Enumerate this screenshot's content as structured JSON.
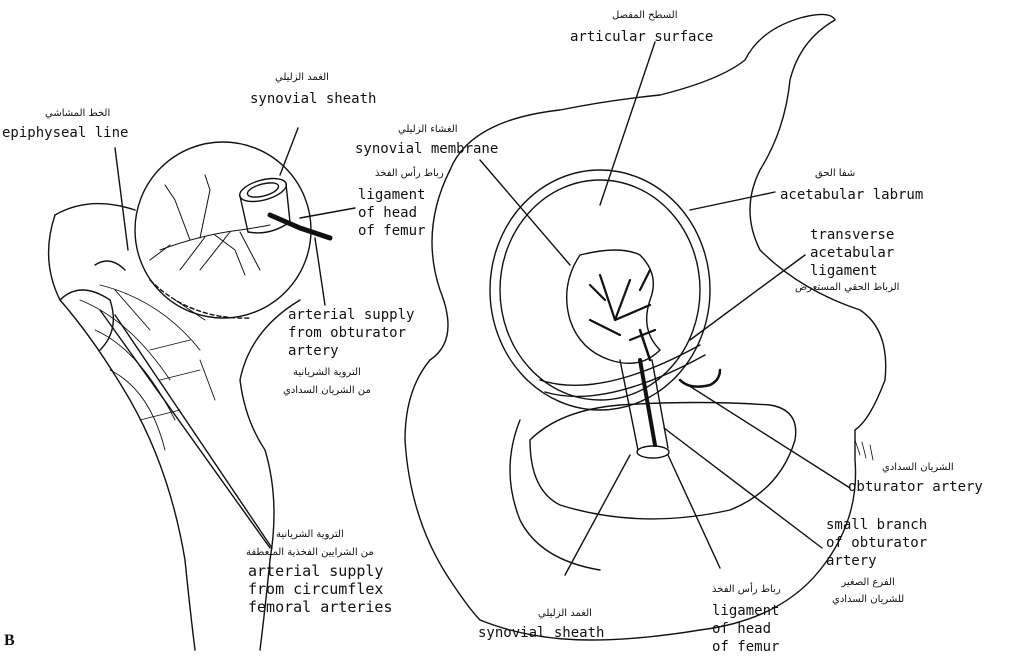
{
  "figure_letter": "B",
  "labels": {
    "articular_surface": {
      "ar": "السطح المفصل",
      "en": "articular surface"
    },
    "synovial_sheath_top": {
      "ar": "الغمد الزليلي",
      "en": "synovial sheath"
    },
    "epiphyseal_line": {
      "ar": "الخط المشاشي",
      "en": "epiphyseal line"
    },
    "synovial_membrane": {
      "ar": "الغشاء الزليلي",
      "en": "synovial membrane"
    },
    "ligament_head_left": {
      "ar": "رباط رأس الفخذ",
      "en": "ligament\nof head\nof femur"
    },
    "acetabular_labrum": {
      "ar": "شفا الحق",
      "en": "acetabular labrum"
    },
    "transverse_ligament": {
      "ar": "الرباط الحقي المستعرض",
      "en": "transverse\nacetabular\nligament"
    },
    "obturator_supply": {
      "ar": "التروية الشريانية\nمن الشريان السدادي",
      "en": "arterial supply\nfrom obturator\nartery"
    },
    "obturator_artery": {
      "ar": "الشريان السدادي",
      "en": "obturator artery"
    },
    "small_branch": {
      "ar": "الفرع الصغير\nللشريان السدادي",
      "en": "small branch\nof obturator\nartery"
    },
    "ligament_head_bottom": {
      "ar": "رباط رأس الفخذ",
      "en": "ligament\nof head\nof femur"
    },
    "synovial_sheath_bottom": {
      "ar": "الغمد الزليلي",
      "en": "synovial sheath"
    },
    "circumflex_supply": {
      "ar": "التروية الشريانية\nمن الشرايين الفخذية المنعطفة",
      "en": "arterial supply\nfrom circumflex\nfemoral arteries"
    }
  }
}
